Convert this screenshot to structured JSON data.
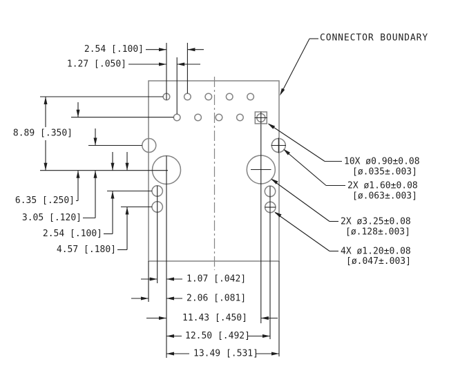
{
  "colors": {
    "background": "#ffffff",
    "geometry_line": "#838383",
    "dimension_line": "#1f1f1f"
  },
  "callouts": {
    "connector_boundary": "CONNECTOR  BOUNDARY",
    "pin_holes": {
      "line1": "10X  ø0.90±0.08",
      "line2": "[ø.035±.003]"
    },
    "shield_holes": {
      "line1": "2X  ø1.60±0.08",
      "line2": "[ø.063±.003]"
    },
    "post_holes": {
      "line1": "2X  ø3.25±0.08",
      "line2": "[ø.128±.003]"
    },
    "led_holes": {
      "line1": "4X  ø1.20±0.08",
      "line2": "[ø.047±.003]"
    }
  },
  "dims": {
    "pin_pitch": "2.54 [.100]",
    "row_offset": "1.27 [.050]",
    "row1_to_post": "8.89 [.350]",
    "row2_to_post": "6.35 [.250]",
    "shield_to_post": "3.05 [.120]",
    "post_to_led_upper": "2.54 [.100]",
    "post_to_led_lower": "4.57 [.180]",
    "led_col_to_post": "1.07 [.042]",
    "edge_to_post": "2.06 [.081]",
    "post_spacing": "11.43 [.450]",
    "post_to_right_led_col": "12.50 [.492]",
    "post_to_right_edge": "13.49 [.531]"
  }
}
